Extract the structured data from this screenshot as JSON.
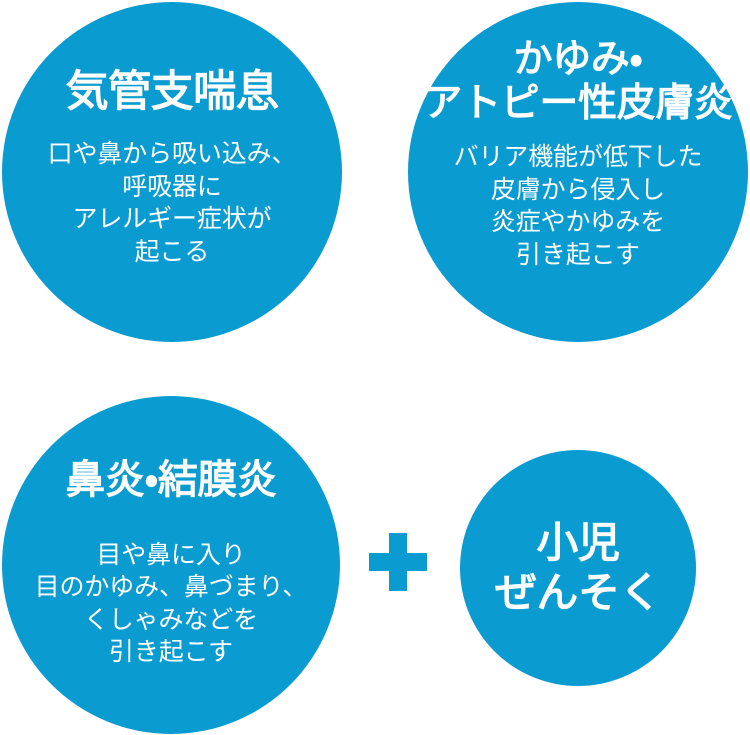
{
  "theme": {
    "accent_color": "#0a9bd1",
    "text_color": "#ffffff",
    "background_color": "#ffffff"
  },
  "circles": {
    "asthma": {
      "heading": "気管支喘息",
      "body": "口や鼻から吸い込み、\n呼吸器に\nアレルギー症状が\n起こる"
    },
    "atopic_dermatitis": {
      "heading": "かゆみ・\nアトピー性皮膚炎",
      "body": "バリア機能が低下した\n皮膚から侵入し\n炎症やかゆみを\n引き起こす"
    },
    "rhinitis_conjunctivitis": {
      "heading": "鼻炎・結膜炎",
      "body": "目や鼻に入り\n目のかゆみ、鼻づまり、\nくしゃみなどを\n引き起こす"
    },
    "pediatric_asthma": {
      "heading": "小児\nぜんそく",
      "body": ""
    }
  },
  "connector": {
    "symbol": "plus"
  }
}
